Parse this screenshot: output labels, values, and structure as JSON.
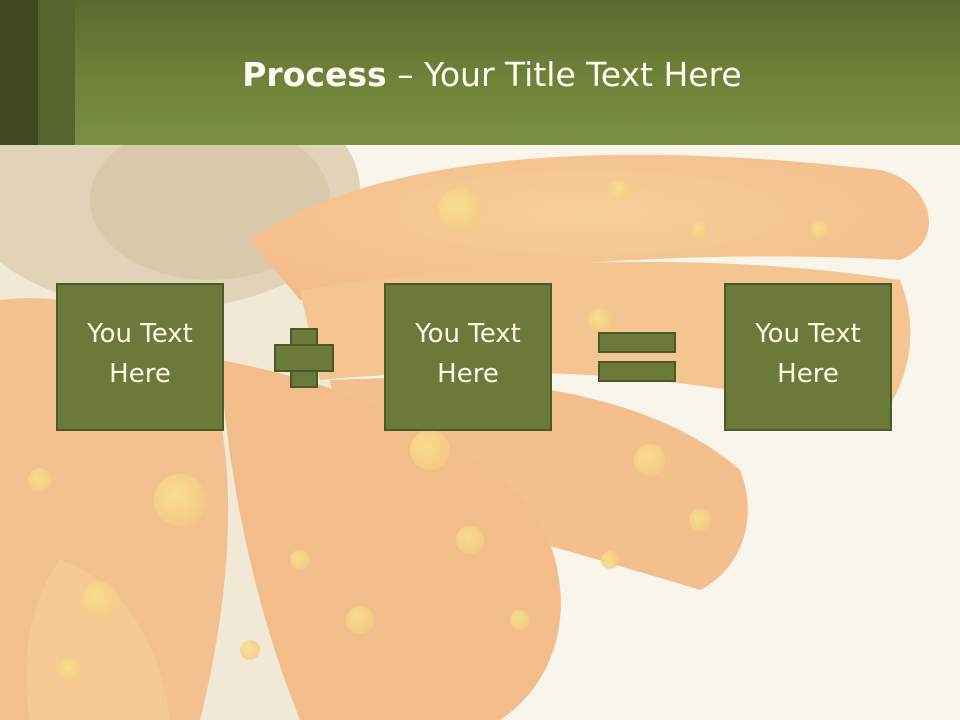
{
  "slide": {
    "title_bold": "Process",
    "title_rest": " – Your Title Text Here",
    "boxes": [
      {
        "text": "You Text\nHere"
      },
      {
        "text": "You Text\nHere"
      },
      {
        "text": "You Text\nHere"
      }
    ]
  },
  "colors": {
    "header": "#6f8238",
    "box_fill": "#6b7a3b",
    "box_border": "#4b5a24",
    "text_light": "#fdfcf2"
  }
}
